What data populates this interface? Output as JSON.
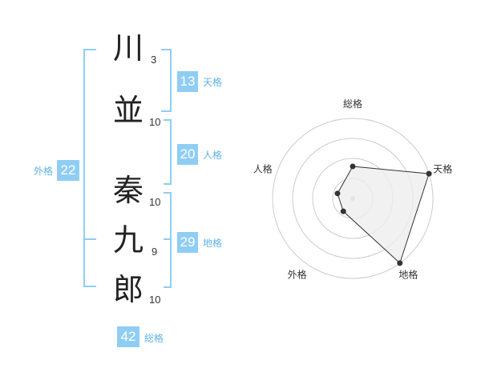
{
  "name_chars": [
    {
      "char": "川",
      "strokes": "3"
    },
    {
      "char": "並",
      "strokes": "10"
    },
    {
      "char": "秦",
      "strokes": "10"
    },
    {
      "char": "九",
      "strokes": "9"
    },
    {
      "char": "郎",
      "strokes": "10"
    }
  ],
  "kakusu": {
    "tenkaku": {
      "value": "13",
      "label": "天格"
    },
    "jinkaku": {
      "value": "20",
      "label": "人格"
    },
    "chikaku": {
      "value": "29",
      "label": "地格"
    },
    "gaikaku": {
      "value": "22",
      "label": "外格"
    },
    "soukaku": {
      "value": "42",
      "label": "総格"
    }
  },
  "colors": {
    "accent": "#90cdf4",
    "label": "#5fb3ea",
    "polygon_fill": "#eeeeee",
    "polygon_stroke": "#333333"
  },
  "chart_data": {
    "type": "radar",
    "axes": [
      "総格",
      "天格",
      "地格",
      "外格",
      "人格"
    ],
    "values": [
      2,
      5,
      5,
      1,
      1
    ],
    "rmax": 5,
    "rings": 4
  }
}
